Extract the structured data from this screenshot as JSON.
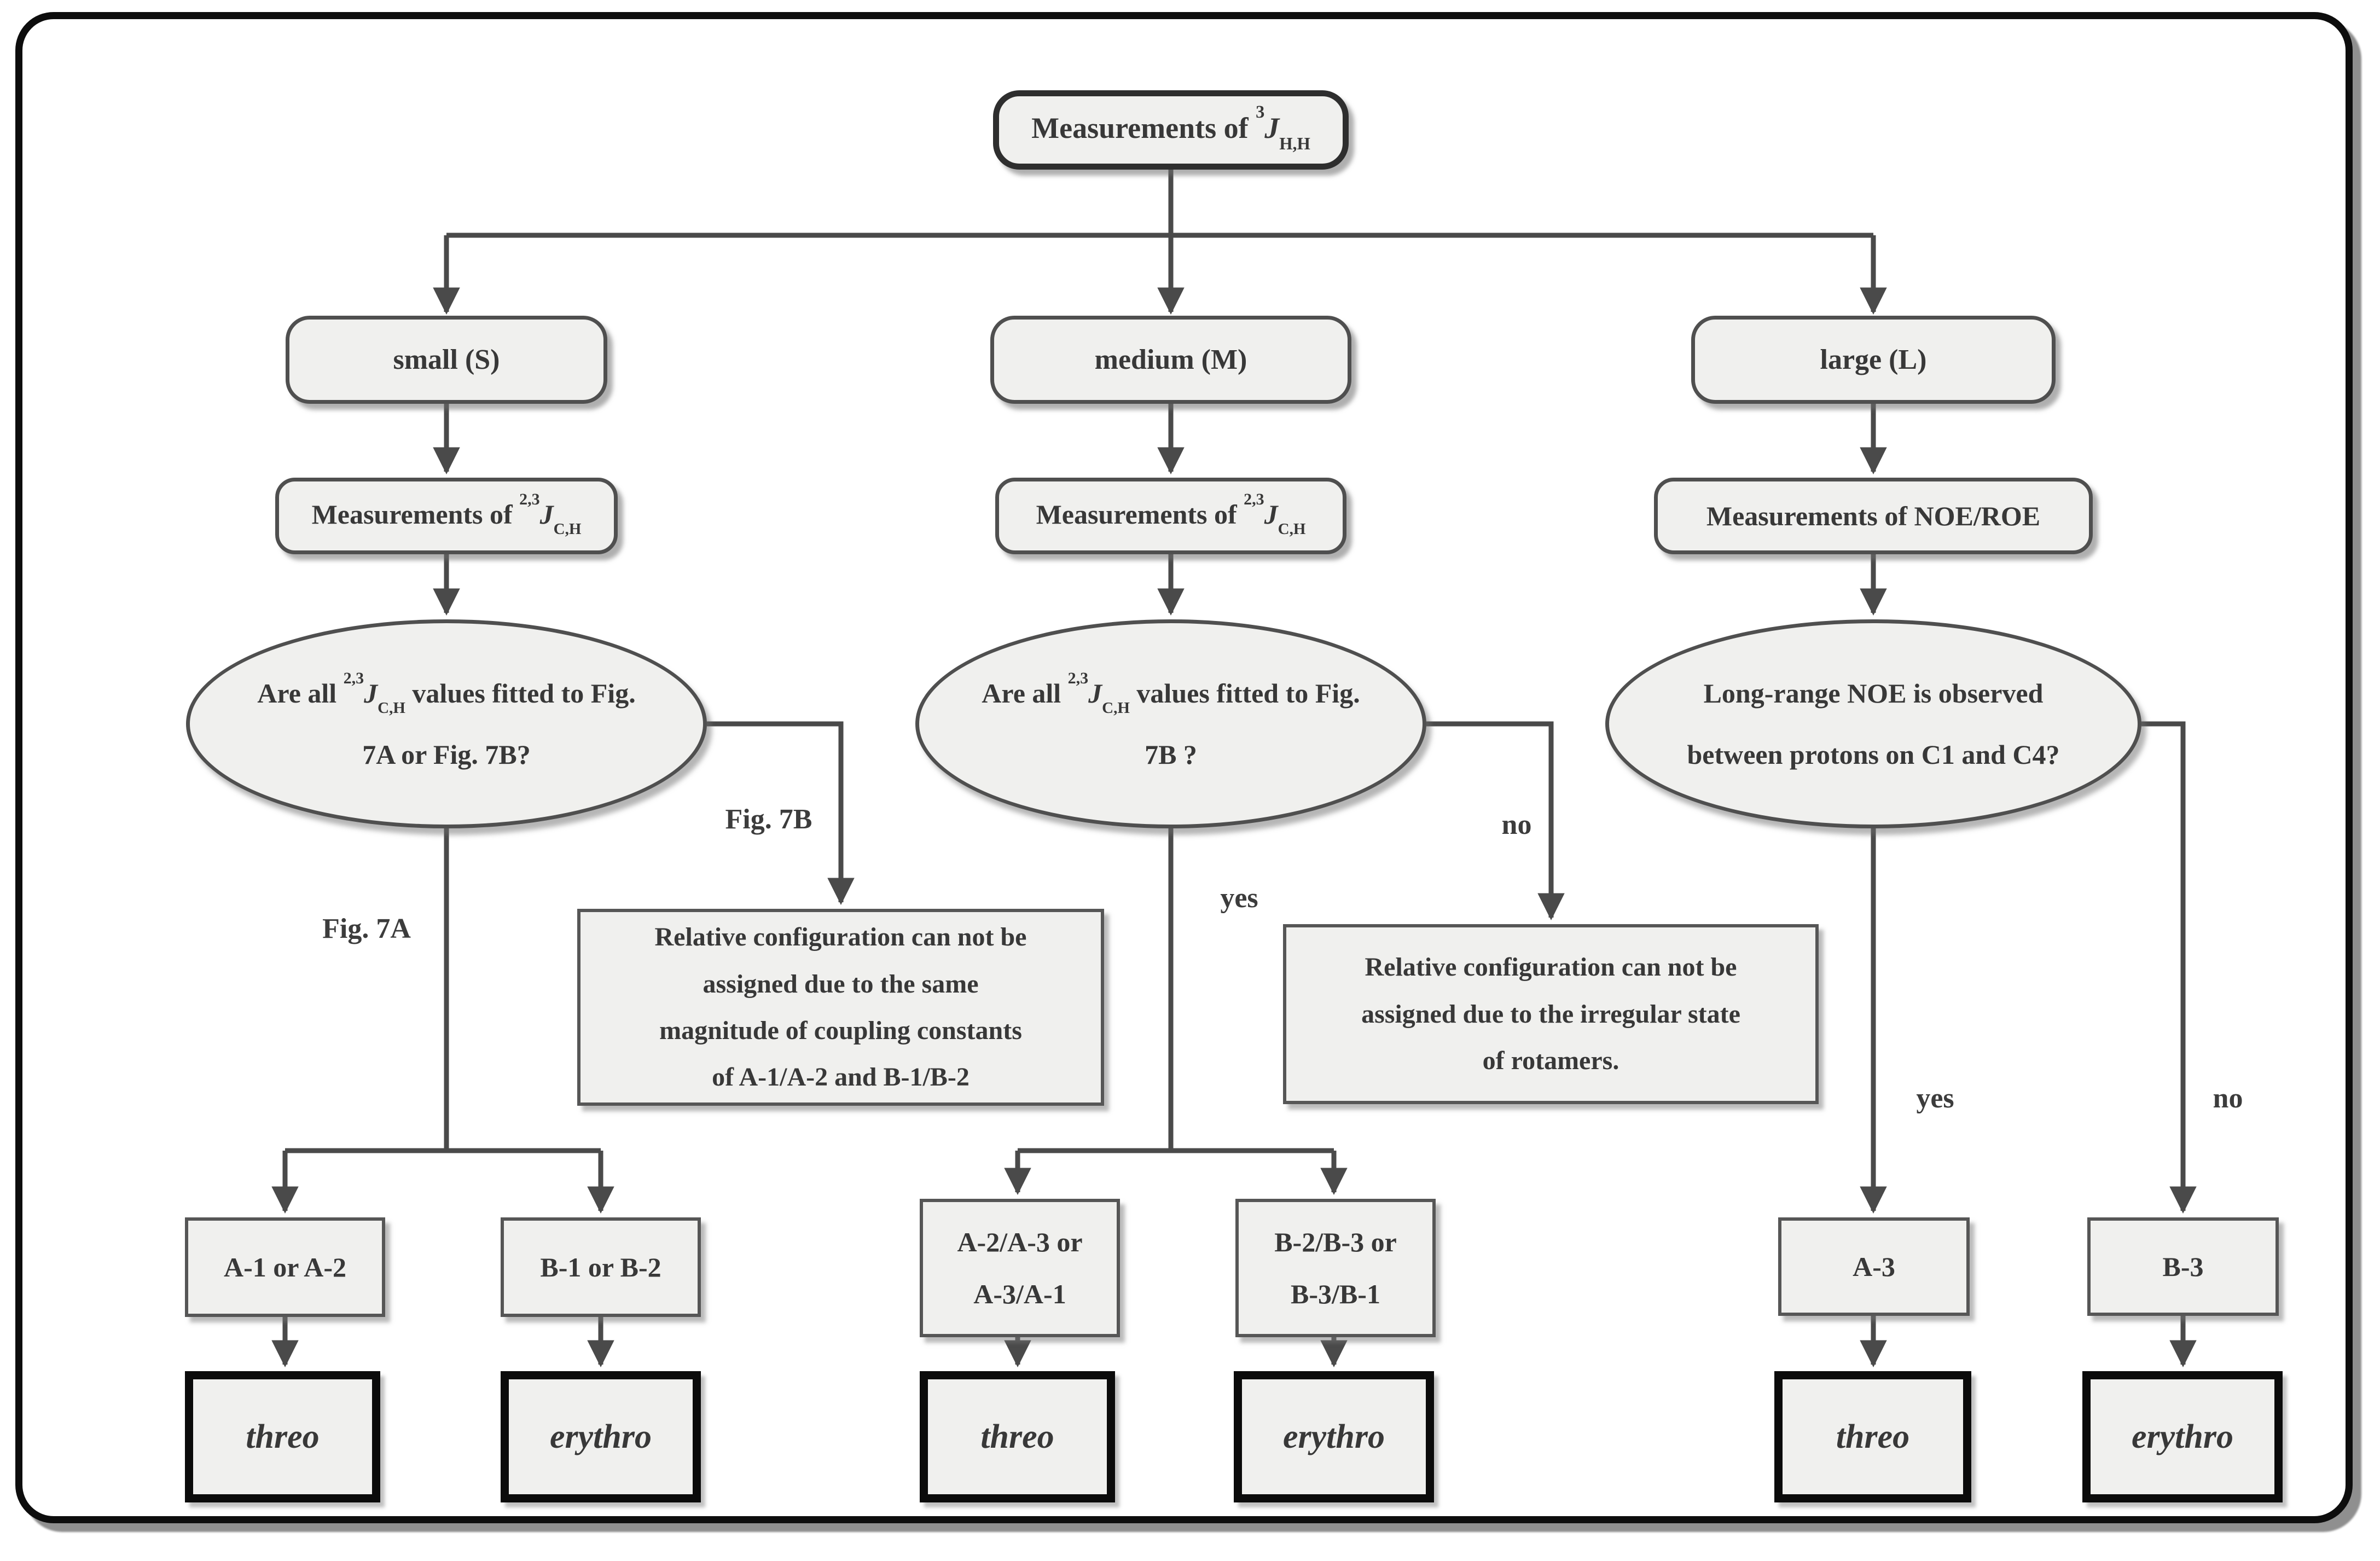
{
  "diagram": {
    "root": {
      "prefix": "Measurements of ",
      "sup": "3",
      "j": "J",
      "sub": "H,H"
    },
    "branches": {
      "small": "small (S)",
      "medium": "medium (M)",
      "large": "large (L)"
    },
    "measure": {
      "left": {
        "prefix": "Measurements of ",
        "sup": "2,3",
        "j": "J",
        "sub": "C,H"
      },
      "middle": {
        "prefix": "Measurements of ",
        "sup": "2,3",
        "j": "J",
        "sub": "C,H"
      },
      "right": {
        "label": "Measurements of NOE/ROE"
      }
    },
    "decisions": {
      "left": {
        "pre": "Are all ",
        "sup": "2,3",
        "j": "J",
        "sub": "C,H",
        "post": " values fitted to Fig.",
        "line2": "7A or Fig. 7B?"
      },
      "middle": {
        "pre": "Are all ",
        "sup": "2,3",
        "j": "J",
        "sub": "C,H",
        "post": " values fitted to Fig.",
        "line2": "7B ?"
      },
      "right": {
        "line1": "Long-range NOE is observed",
        "line2": "between protons on C1 and C4?"
      }
    },
    "notes": {
      "left_lines": [
        "Relative configuration can not be",
        "assigned due to the same",
        "magnitude of coupling constants",
        "of A-1/A-2 and B-1/B-2"
      ],
      "right_lines": [
        "Relative configuration can not be",
        "assigned due to the irregular state",
        "of rotamers."
      ]
    },
    "edge_labels": {
      "fig7a": "Fig. 7A",
      "fig7b": "Fig. 7B",
      "yes_mid": "yes",
      "no_mid": "no",
      "yes_right": "yes",
      "no_right": "no"
    },
    "outcomes": {
      "a12": "A-1 or A-2",
      "b12": "B-1 or B-2",
      "a23_line1": "A-2/A-3 or",
      "a23_line2": "A-3/A-1",
      "b23_line1": "B-2/B-3 or",
      "b23_line2": "B-3/B-1",
      "a3": "A-3",
      "b3": "B-3"
    },
    "results": {
      "threo1": "threo",
      "erythro1": "erythro",
      "threo2": "threo",
      "erythro2": "erythro",
      "threo3": "threo",
      "erythro3": "erythro"
    },
    "colors": {
      "node_fill": "#f0f0ee",
      "line": "#4a4a4a",
      "result_border": "#0b0b0b",
      "frame": "#0d0d0d",
      "text": "#383838"
    }
  }
}
